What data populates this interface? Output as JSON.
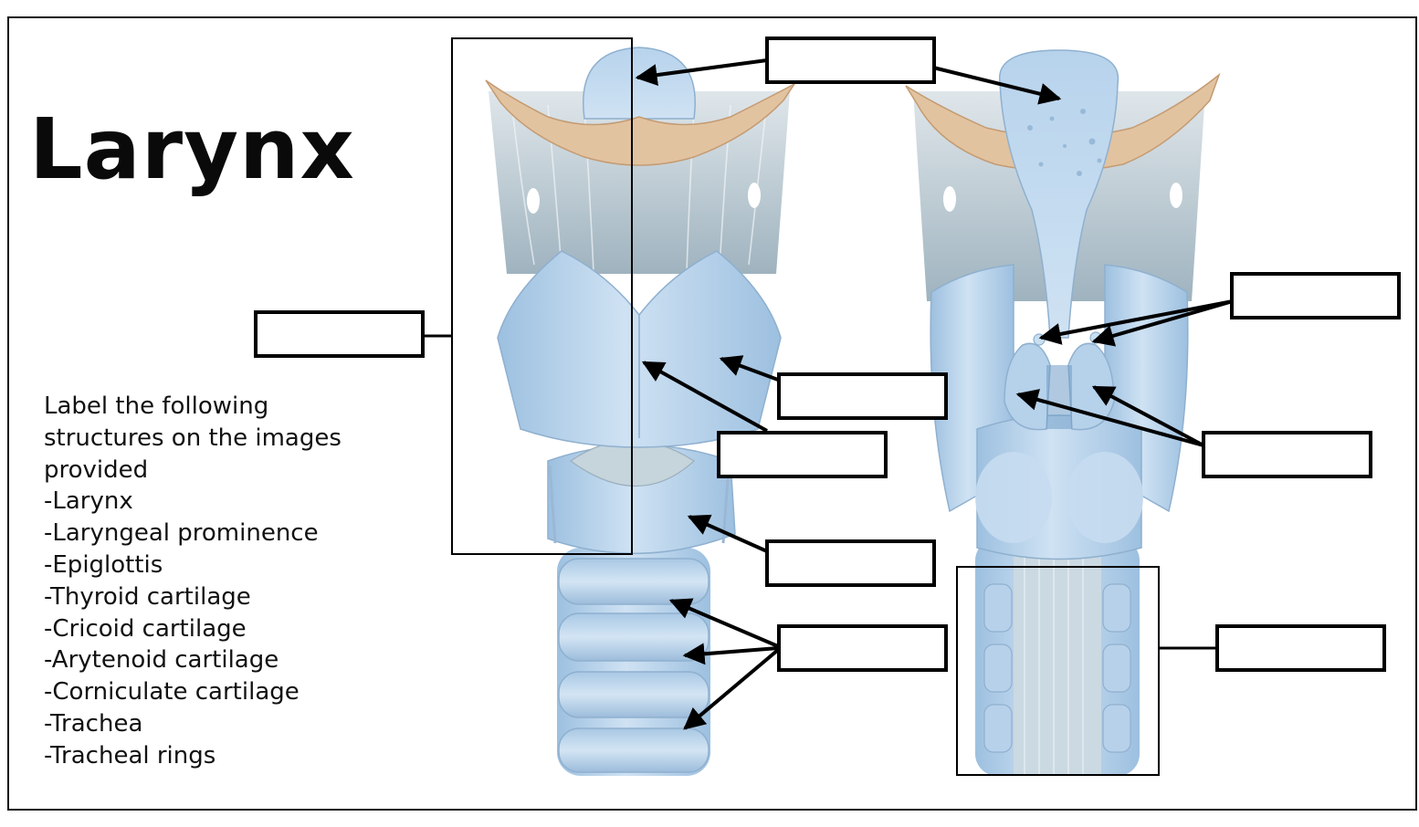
{
  "title": "Larynx",
  "instructions": {
    "intro": "Label the following structures on the images provided",
    "terms": [
      "-Larynx",
      "-Laryngeal prominence",
      "-Epiglottis",
      "-Thyroid cartilage",
      "-Cricoid cartilage",
      "-Arytenoid cartilage",
      "-Corniculate cartilage",
      "-Trachea",
      "-Tracheal rings"
    ]
  },
  "colors": {
    "cartilage": "#bcd7ee",
    "cartilage_dark": "#8fb5d8",
    "membrane": "#b9c6cd",
    "hyoid_bone": "#e2c3a0",
    "line": "#000000"
  }
}
